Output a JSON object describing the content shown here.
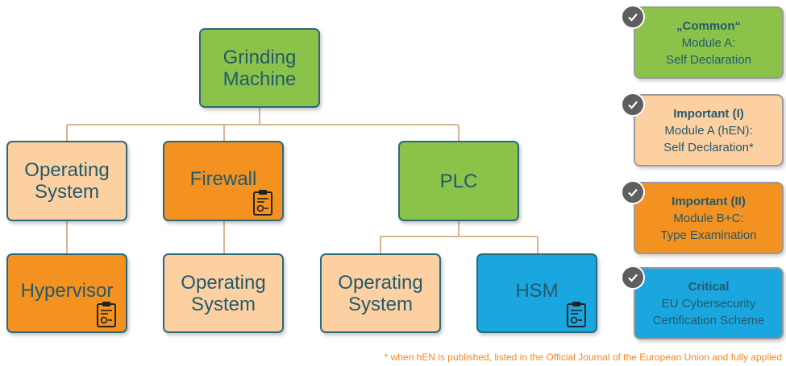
{
  "colors": {
    "green": "#8bc34a",
    "peach": "#fdd0a2",
    "orange": "#f39121",
    "blue": "#1aa7e0",
    "text": "#245a6b",
    "connector": "#d9b58e",
    "footnote": "#f08a24"
  },
  "nodes": {
    "grinding_machine": "Grinding\nMachine",
    "os_left": "Operating\nSystem",
    "firewall": "Firewall",
    "plc": "PLC",
    "hypervisor": "Hypervisor",
    "os_firewall": "Operating\nSystem",
    "os_plc": "Operating\nSystem",
    "hsm": "HSM"
  },
  "legend": [
    {
      "title": "„Common“",
      "line1": "Module A:",
      "line2": "Self Declaration",
      "color": "#8bc34a"
    },
    {
      "title": "Important (I)",
      "line1": "Module A (hEN):",
      "line2": "Self Declaration*",
      "color": "#fdd0a2"
    },
    {
      "title": "Important (II)",
      "line1": "Module B+C:",
      "line2": "Type Examination",
      "color": "#f39121"
    },
    {
      "title": "Critical",
      "line1": "EU Cybersecurity",
      "line2": "Certification Scheme",
      "color": "#1aa7e0"
    }
  ],
  "icons": [
    "certificate-icon",
    "check-icon"
  ],
  "footnote": "* when hEN is published, listed in the Official Journal of the European Union and fully applied"
}
